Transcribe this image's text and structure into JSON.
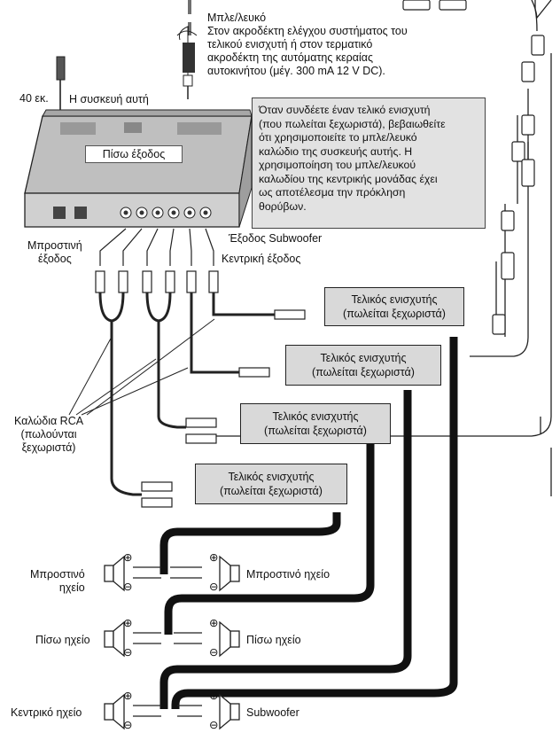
{
  "wire_note": {
    "color": "Μπλε/λευκό",
    "lines": [
      "Στον ακροδέκτη ελέγχου συστήματος του",
      "τελικού ενισχυτή ή στον τερματικό",
      "ακροδέκτη της αυτόματης κεραίας",
      "αυτοκινήτου (μέγ. 300 mA 12 V DC)."
    ]
  },
  "labels": {
    "length": "40 εκ.",
    "this_unit": "Η συσκευή αυτή",
    "rear_output": "Πίσω έξοδος",
    "front_output": [
      "Μπροστινή",
      "έξοδος"
    ],
    "subwoofer_output": "Έξοδος Subwoofer",
    "center_output": "Κεντρική έξοδος",
    "rca_cables": [
      "Καλώδια RCA",
      "(πωλούνται",
      "ξεχωριστά)"
    ]
  },
  "note": {
    "lines": [
      "Όταν συνδέετε έναν τελικό ενισχυτή",
      "(που πωλείται ξεχωριστά), βεβαιωθείτε",
      "ότι χρησιμοποιείτε το μπλε/λευκό",
      "καλώδιο της συσκευής αυτής. Η",
      "χρησιμοποίηση του μπλε/λευκού",
      "καλωδίου της κεντρικής μονάδας έχει",
      "ως αποτέλεσμα την πρόκληση",
      "θορύβων."
    ]
  },
  "amplifiers": [
    {
      "line1": "Τελικός ενισχυτής",
      "line2": "(πωλείται ξεχωριστά)"
    },
    {
      "line1": "Τελικός ενισχυτής",
      "line2": "(πωλείται ξεχωριστά)"
    },
    {
      "line1": "Τελικός ενισχυτής",
      "line2": "(πωλείται ξεχωριστά)"
    },
    {
      "line1": "Τελικός ενισχυτής",
      "line2": "(πωλείται ξεχωριστά)"
    }
  ],
  "speakers": {
    "front_left": [
      "Μπροστινό",
      "ηχείο"
    ],
    "front_right": "Μπροστινό ηχείο",
    "rear_left": "Πίσω ηχείο",
    "rear_right": "Πίσω ηχείο",
    "center": "Κεντρικό ηχείο",
    "subwoofer": "Subwoofer"
  },
  "polarity": {
    "plus": "⊕",
    "minus": "⊖"
  }
}
